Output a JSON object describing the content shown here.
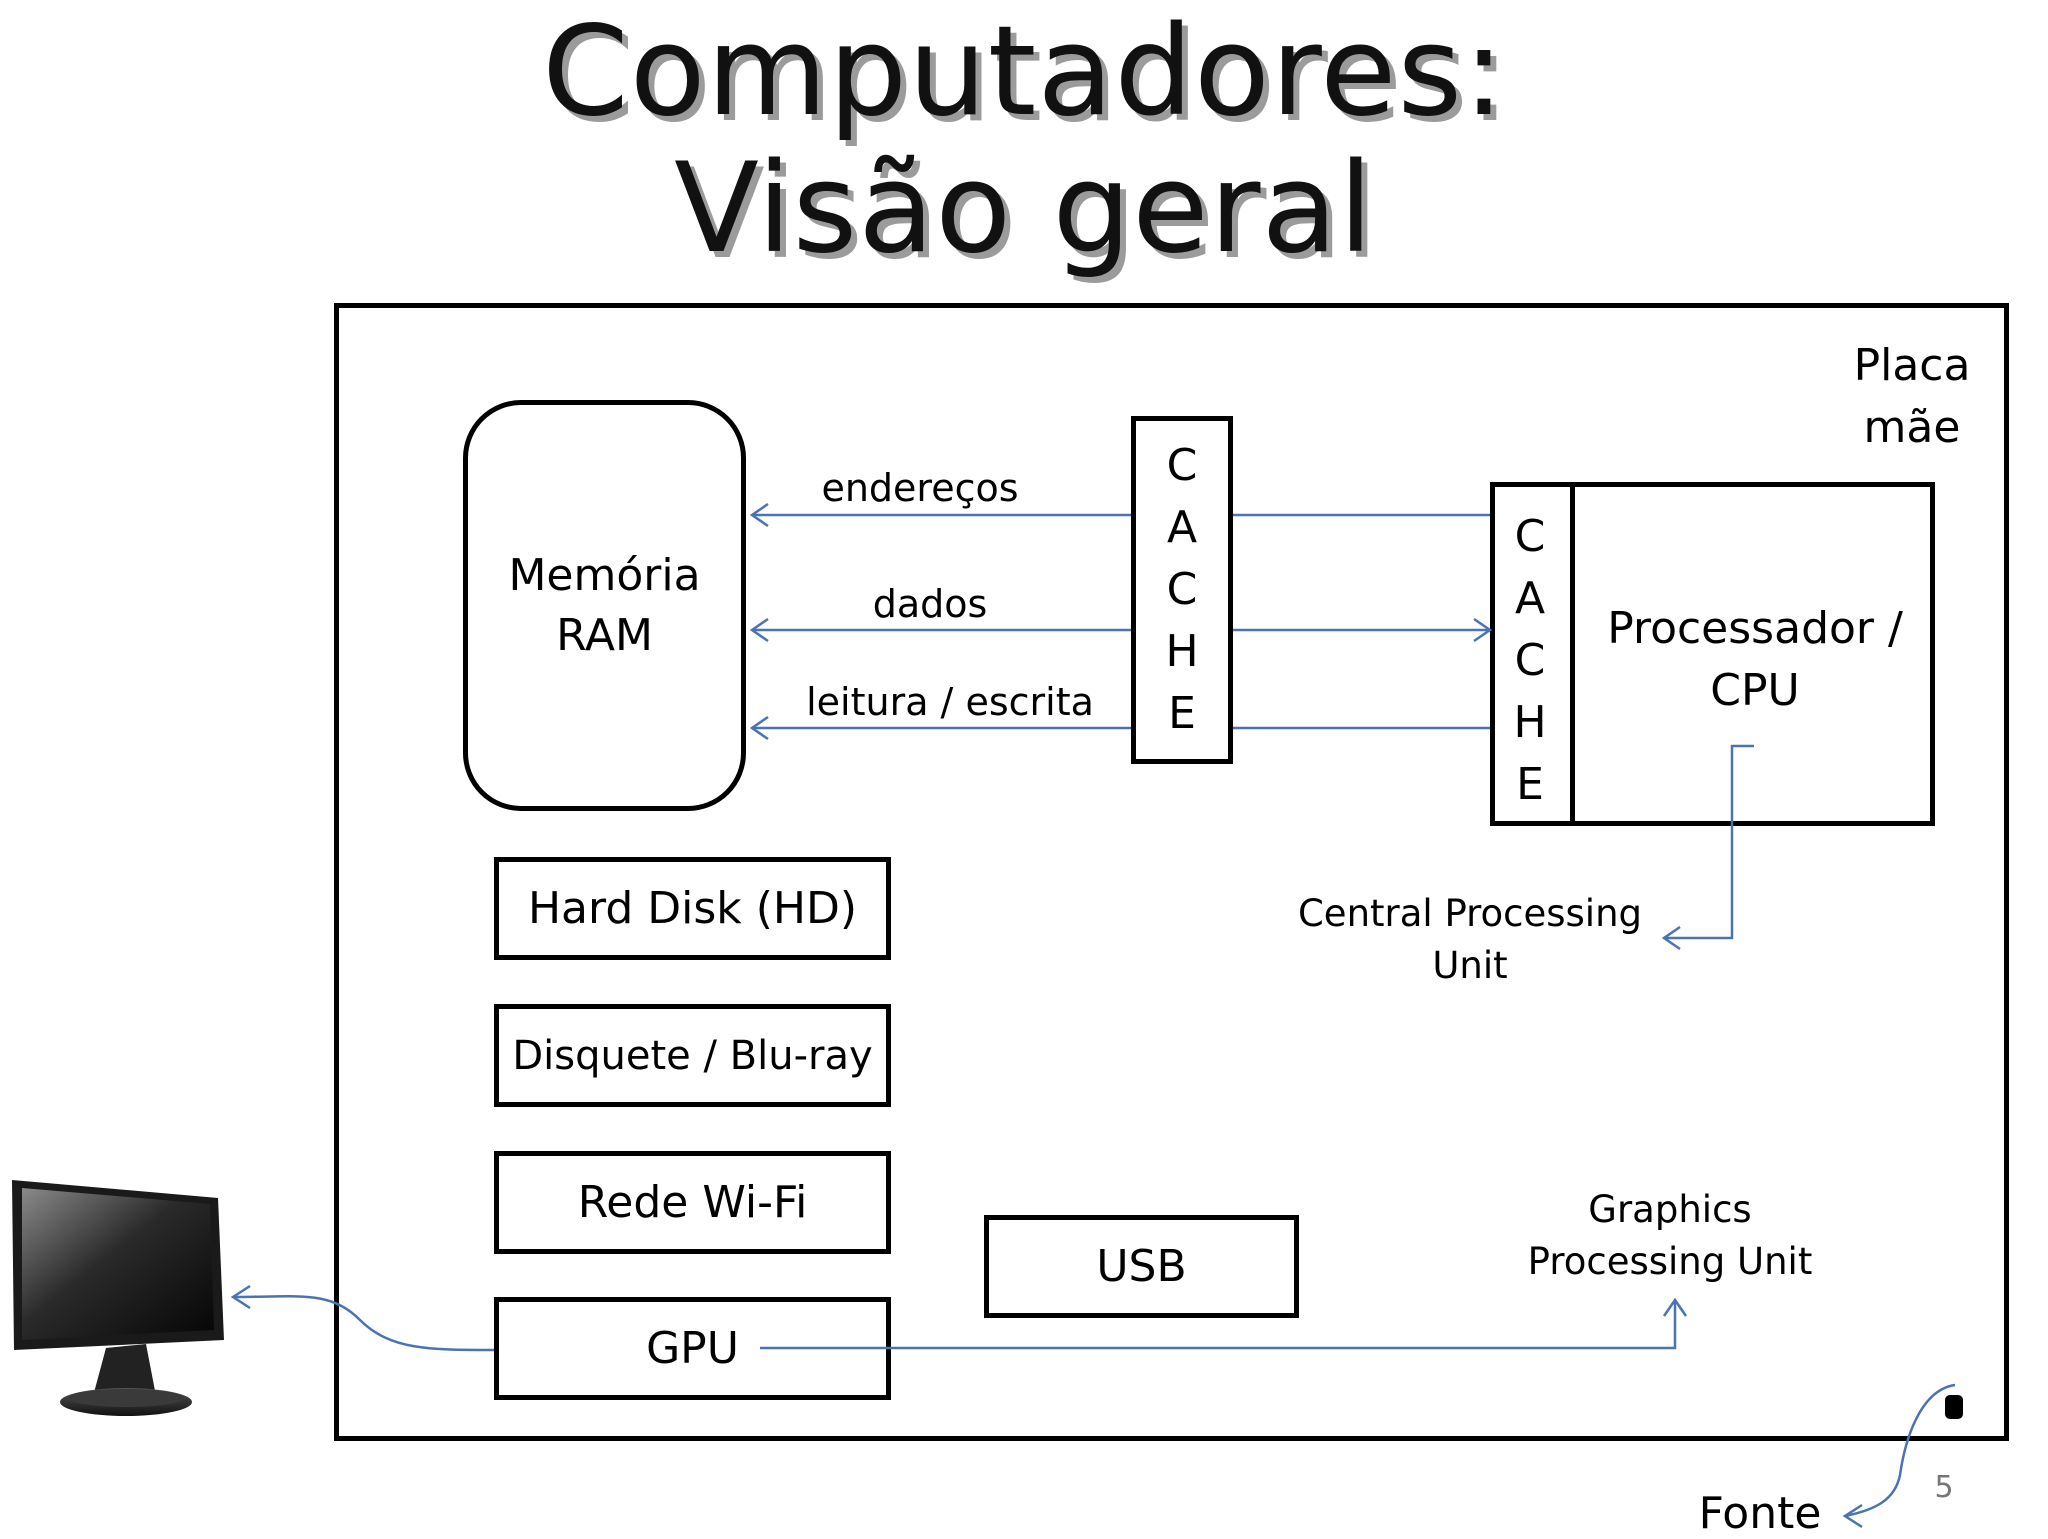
{
  "title": {
    "line1": "Computadores:",
    "line2": "Visão geral"
  },
  "board": {
    "label_line1": "Placa",
    "label_line2": "mãe"
  },
  "ram": {
    "line1": "Memória",
    "line2": "RAM"
  },
  "cache_letters": [
    "C",
    "A",
    "C",
    "H",
    "E"
  ],
  "cpu": {
    "line1": "Processador /",
    "line2": "CPU"
  },
  "buses": {
    "addresses": "endereços",
    "data": "dados",
    "read_write": "leitura / escrita"
  },
  "cpu_note": {
    "line1": "Central Processing",
    "line2": "Unit"
  },
  "gpu_note": {
    "line1": "Graphics",
    "line2": "Processing Unit"
  },
  "devices": {
    "hard_disk": "Hard Disk (HD)",
    "floppy_bluray": "Disquete / Blu-ray",
    "wifi": "Rede Wi-Fi",
    "gpu": "GPU",
    "usb": "USB"
  },
  "power_supply_label": "Fonte",
  "page_number": "5",
  "colors": {
    "arrow": "#4a73b5",
    "border": "#000000",
    "shadow": "#9b9b9b"
  }
}
